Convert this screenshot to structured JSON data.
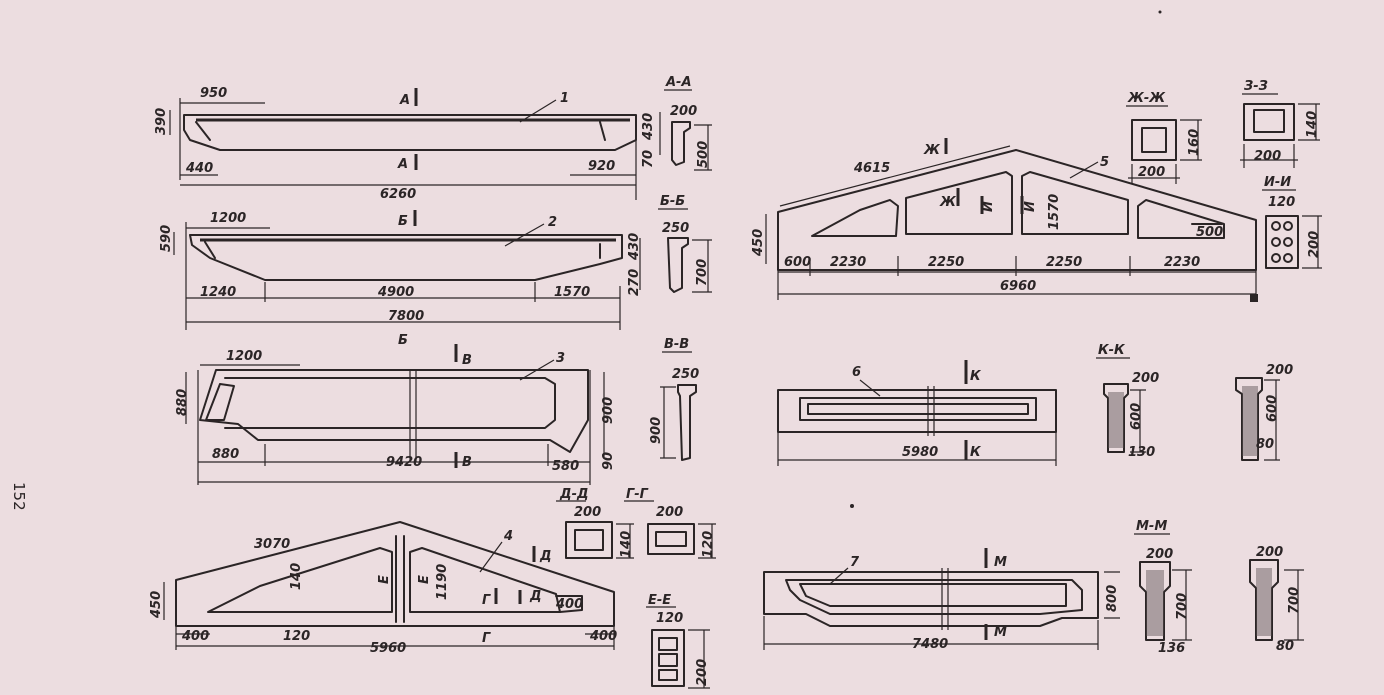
{
  "page_number": "152",
  "beam1": {
    "mark": "1",
    "len": "6260",
    "l1": "950",
    "l2": "440",
    "l3": "920",
    "h1": "390",
    "h2": "430",
    "h3": "70",
    "sec": "А",
    "sec_title": "А-А",
    "sec_w": "200",
    "sec_h": "500"
  },
  "beam2": {
    "mark": "2",
    "len": "7800",
    "l1": "1200",
    "l2": "1240",
    "l3": "4900",
    "l4": "1570",
    "h1": "590",
    "h2": "430",
    "h3": "270",
    "sec": "Б",
    "sec_title": "Б-Б",
    "sec_w": "250",
    "sec_h": "700"
  },
  "beam3": {
    "mark": "3",
    "l1": "1200",
    "l2": "880",
    "l3": "9420",
    "l4": "580",
    "h1": "880",
    "h2": "900",
    "h3": "90",
    "sec": "В",
    "sec_title": "В-В",
    "sec_w": "250",
    "sec_h": "900"
  },
  "truss4": {
    "mark": "4",
    "top": "3070",
    "len": "5960",
    "l1": "400",
    "l2": "120",
    "l3": "400",
    "h1": "450",
    "h2": "140",
    "h3": "1190",
    "h4": "400",
    "secD": "Д",
    "secG": "Г",
    "secE": "Е",
    "dd_title": "Д-Д",
    "dd_w": "200",
    "dd_h": "140",
    "gg_title": "Г-Г",
    "gg_w": "200",
    "gg_h": "120",
    "ee_title": "Е-Е",
    "ee_w": "120",
    "ee_h": "200"
  },
  "truss5": {
    "mark": "5",
    "top": "4615",
    "len": "6960",
    "l0": "600",
    "l1": "2230",
    "l2": "2250",
    "l3": "2250",
    "l4": "2230",
    "h1": "450",
    "h2": "1570",
    "h3": "500",
    "secZh": "Ж",
    "secI": "И",
    "zz_title": "Ж-Ж",
    "zz_w": "200",
    "zz_h": "160",
    "z3_title": "З-З",
    "z3_w": "200",
    "z3_h": "140",
    "ii_title": "И-И",
    "ii_w": "120",
    "ii_h": "200"
  },
  "beam6": {
    "mark": "6",
    "len": "5980",
    "sec": "К",
    "kk_title": "К-К",
    "kk_top": "200",
    "kk_h": "600",
    "kk_bot": "130",
    "k2_top": "200",
    "k2_h": "600",
    "k2_bot": "80"
  },
  "beam7": {
    "mark": "7",
    "len": "7480",
    "h": "800",
    "sec": "М",
    "mm_title": "М-М",
    "mm_top": "200",
    "mm_h": "700",
    "mm_bot": "136",
    "m2_top": "200",
    "m2_h": "700",
    "m2_bot": "80"
  }
}
